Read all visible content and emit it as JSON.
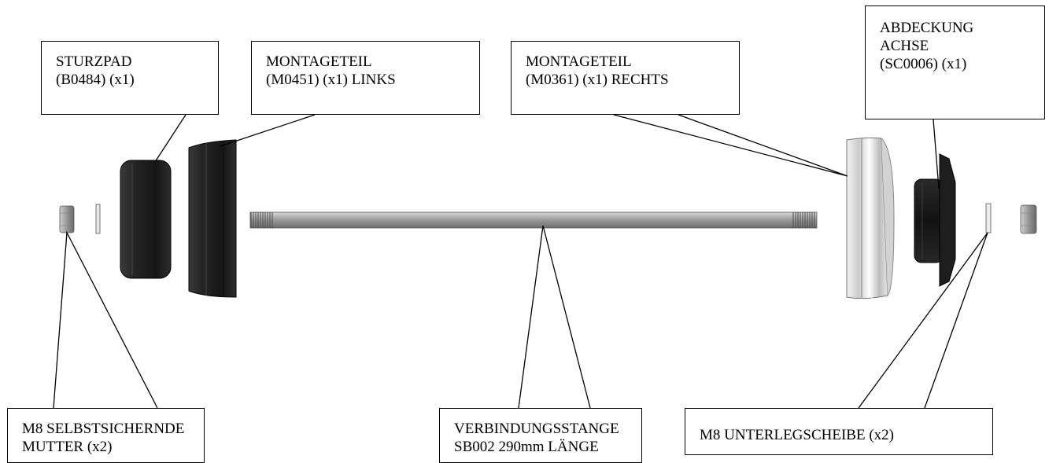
{
  "callouts": {
    "sturzpad": {
      "lines": [
        "STURZPAD",
        "(B0484) (x1)"
      ]
    },
    "montageteil_links": {
      "lines": [
        "MONTAGETEIL",
        "(M0451) (x1) LINKS"
      ]
    },
    "montageteil_rechts": {
      "lines": [
        "MONTAGETEIL",
        "(M0361) (x1) RECHTS"
      ]
    },
    "abdeckung": {
      "lines": [
        "ABDECKUNG",
        "ACHSE",
        "(SC0006) (x1)"
      ]
    },
    "mutter": {
      "lines": [
        "M8 SELBSTSICHERNDE",
        "MUTTER (x2)"
      ]
    },
    "stange": {
      "lines": [
        "VERBINDUNGSSTANGE",
        "SB002  290mm LÄNGE"
      ]
    },
    "scheibe": {
      "lines": [
        "M8 UNTERLEGSCHEIBE (x2)"
      ]
    }
  },
  "colors": {
    "black_part": "#1c1c1c",
    "silver_part": "#d6d6d6",
    "rod": "#a9a9a9",
    "outline": "#000000"
  }
}
